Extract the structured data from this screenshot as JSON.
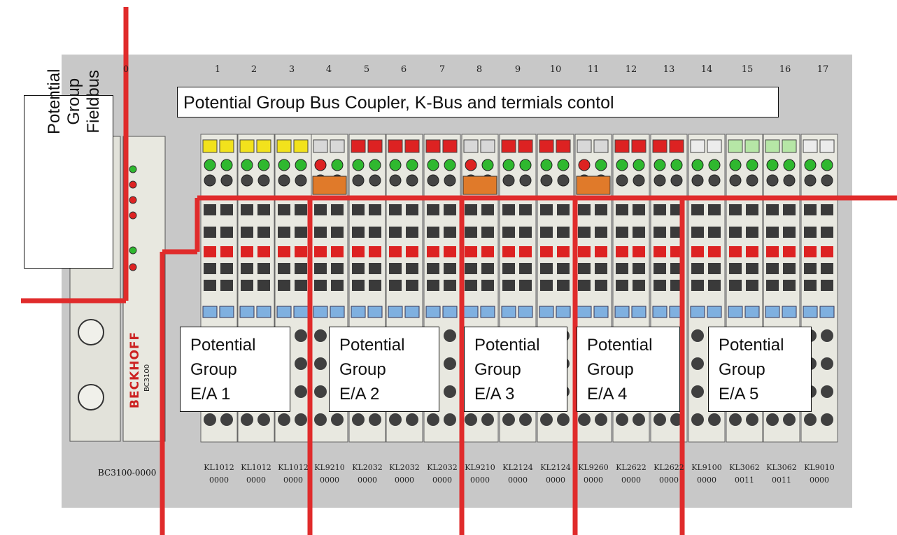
{
  "coupler_title": "Potential Group Bus Coupler, K-Bus and termials contol",
  "fieldbus_label": [
    "Potential",
    "Group",
    "Fieldbus"
  ],
  "slot_numbers": [
    "0",
    "1",
    "2",
    "3",
    "4",
    "5",
    "6",
    "7",
    "8",
    "9",
    "10",
    "11",
    "12",
    "13",
    "14",
    "15",
    "16",
    "17"
  ],
  "coupler_model": "BC3100-0000",
  "brand": "BECKHOFF",
  "coupler_code": "BC3100",
  "terminal_models": [
    [
      "KL1012",
      "0000"
    ],
    [
      "KL1012",
      "0000"
    ],
    [
      "KL1012",
      "0000"
    ],
    [
      "KL9210",
      "0000"
    ],
    [
      "KL2032",
      "0000"
    ],
    [
      "KL2032",
      "0000"
    ],
    [
      "KL2032",
      "0000"
    ],
    [
      "KL9210",
      "0000"
    ],
    [
      "KL2124",
      "0000"
    ],
    [
      "KL2124",
      "0000"
    ],
    [
      "KL9260",
      "0000"
    ],
    [
      "KL2622",
      "0000"
    ],
    [
      "KL2622",
      "0000"
    ],
    [
      "KL9100",
      "0000"
    ],
    [
      "KL3062",
      "0011"
    ],
    [
      "KL3062",
      "0011"
    ],
    [
      "KL9010",
      "0000"
    ]
  ],
  "potential_groups": [
    {
      "line1": "Potential",
      "line2": "Group",
      "line3": "E/A 1"
    },
    {
      "line1": "Potential",
      "line2": "Group",
      "line3": "E/A 2"
    },
    {
      "line1": "Potential",
      "line2": "Group",
      "line3": "E/A 3"
    },
    {
      "line1": "Potential",
      "line2": "Group",
      "line3": "E/A 4"
    },
    {
      "line1": "Potential",
      "line2": "Group",
      "line3": "E/A 5"
    }
  ],
  "colors": {
    "divider_red": "#e02b2b",
    "panel_gray": "#c8c8c8",
    "terminal_body": "#e8e8e0",
    "led_green": "#2fb82f",
    "led_red": "#dd2222",
    "led_yellow": "#f2e21c",
    "contact_blue": "#7fb0e0",
    "fuse_orange": "#e07a2a"
  }
}
